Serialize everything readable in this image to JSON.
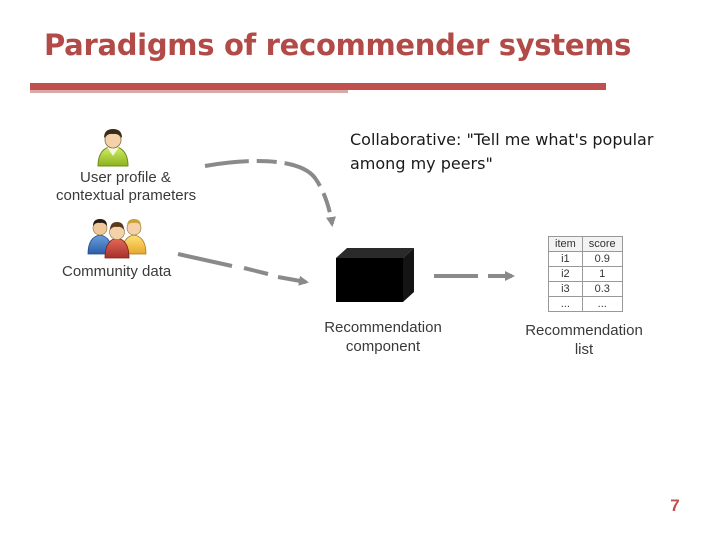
{
  "slide": {
    "title": "Paradigms of recommender systems",
    "caption_line1": "Collaborative: \"Tell me what's popular",
    "caption_line2": "among my peers\"",
    "page_number": "7"
  },
  "diagram": {
    "user_profile_label_line1": "User profile &",
    "user_profile_label_line2": "contextual prameters",
    "community_label": "Community data",
    "component_label_line1": "Recommendation",
    "component_label_line2": "component",
    "list_label_line1": "Recommendation",
    "list_label_line2": "list",
    "list_table": {
      "headers": [
        "item",
        "score"
      ],
      "rows": [
        [
          "i1",
          "0.9"
        ],
        [
          "i2",
          "1"
        ],
        [
          "i3",
          "0.3"
        ],
        [
          "...",
          "..."
        ]
      ]
    }
  },
  "colors": {
    "title": "#b24a47",
    "rule": "#c0504d",
    "arrow": "#8a8a8a",
    "box": "#000000"
  }
}
